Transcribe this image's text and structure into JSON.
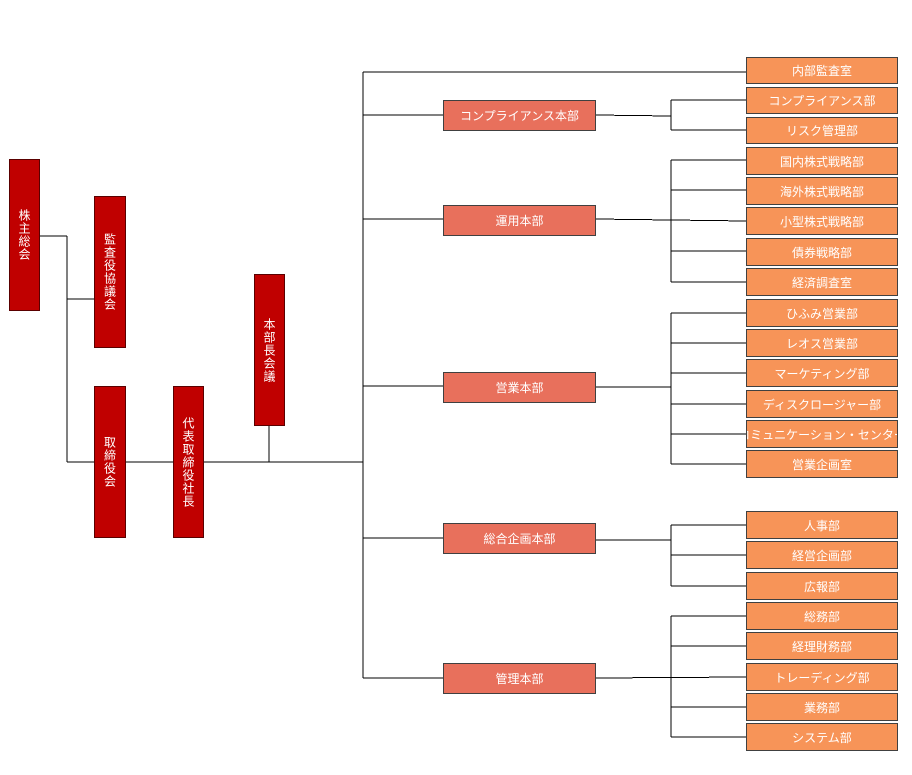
{
  "governance": {
    "shareholders_meeting": "株主総会",
    "audit_committee": "監査役協議会",
    "board": "取締役会",
    "ceo": "代表取締役社長",
    "division_heads_meeting": "本部長会議"
  },
  "internal_audit": "内部監査室",
  "divisions": {
    "compliance": {
      "label": "コンプライアンス本部",
      "departments": [
        "コンプライアンス部",
        "リスク管理部"
      ]
    },
    "investment": {
      "label": "運用本部",
      "departments": [
        "国内株式戦略部",
        "海外株式戦略部",
        "小型株式戦略部",
        "債券戦略部",
        "経済調査室"
      ]
    },
    "sales": {
      "label": "営業本部",
      "departments": [
        "ひふみ営業部",
        "レオス営業部",
        "マーケティング部",
        "ディスクロージャー部",
        "コミュニケーション・センター",
        "営業企画室"
      ]
    },
    "planning": {
      "label": "総合企画本部",
      "departments": [
        "人事部",
        "経営企画部",
        "広報部"
      ]
    },
    "admin": {
      "label": "管理本部",
      "departments": [
        "総務部",
        "経理財務部",
        "トレーディング部",
        "業務部",
        "システム部"
      ]
    }
  },
  "colors": {
    "governance_fill": "#c00000",
    "division_fill": "#e8705c",
    "department_fill": "#f79458",
    "line": "#000000"
  }
}
